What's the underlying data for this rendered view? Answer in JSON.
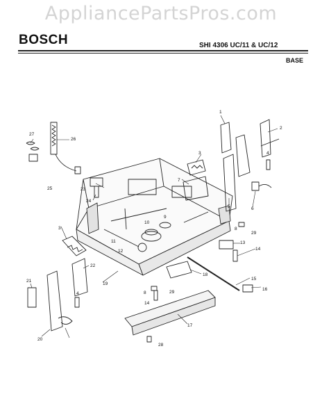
{
  "watermark": "AppliancePartsPros.com",
  "header": {
    "brand": "BOSCH",
    "model": "SHI 4306 UC/11 & UC/12",
    "section": "BASE"
  },
  "callouts": [
    "1",
    "2",
    "3",
    "4",
    "5",
    "6",
    "7",
    "8",
    "9",
    "10",
    "11",
    "12",
    "13",
    "14",
    "15",
    "16",
    "17",
    "18",
    "19",
    "20",
    "21",
    "22",
    "23",
    "24",
    "25",
    "26",
    "27",
    "28",
    "29",
    "3",
    "4",
    "8",
    "14",
    "29"
  ],
  "icons": [
    "dishwasher-base-tub",
    "toe-kick-panel",
    "rod",
    "hinge-bracket",
    "spring"
  ]
}
